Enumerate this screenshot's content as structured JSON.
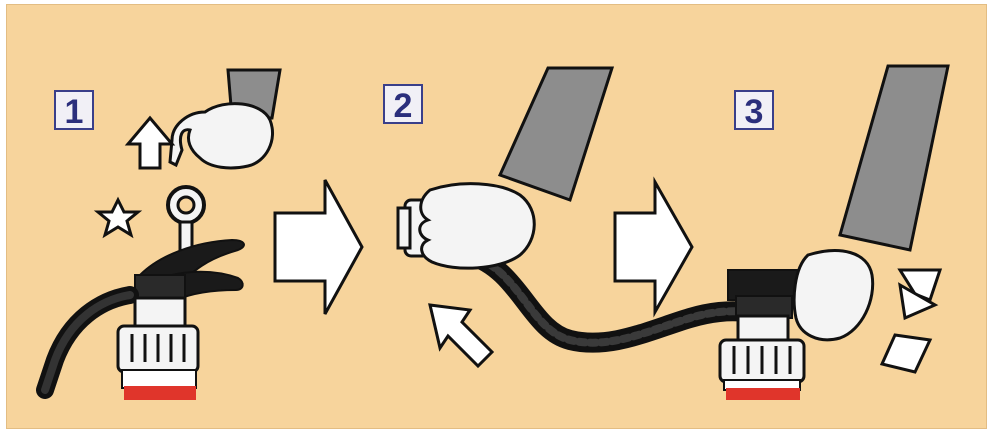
{
  "steps": [
    {
      "number": "1"
    },
    {
      "number": "2"
    },
    {
      "number": "3"
    }
  ],
  "colors": {
    "background": "#f7d49c",
    "outline": "#111111",
    "sleeve": "#8d8d8d",
    "glove": "#f4f4f4",
    "number_box": "#f1f0f6",
    "number_text": "#2b2f7c",
    "extinguisher_red": "#e0352b"
  },
  "icons": [
    "pin-pull-icon",
    "star-burst-icon",
    "arrow-right-icon",
    "arrow-up-icon",
    "hose-aim-icon",
    "squeeze-icon"
  ]
}
